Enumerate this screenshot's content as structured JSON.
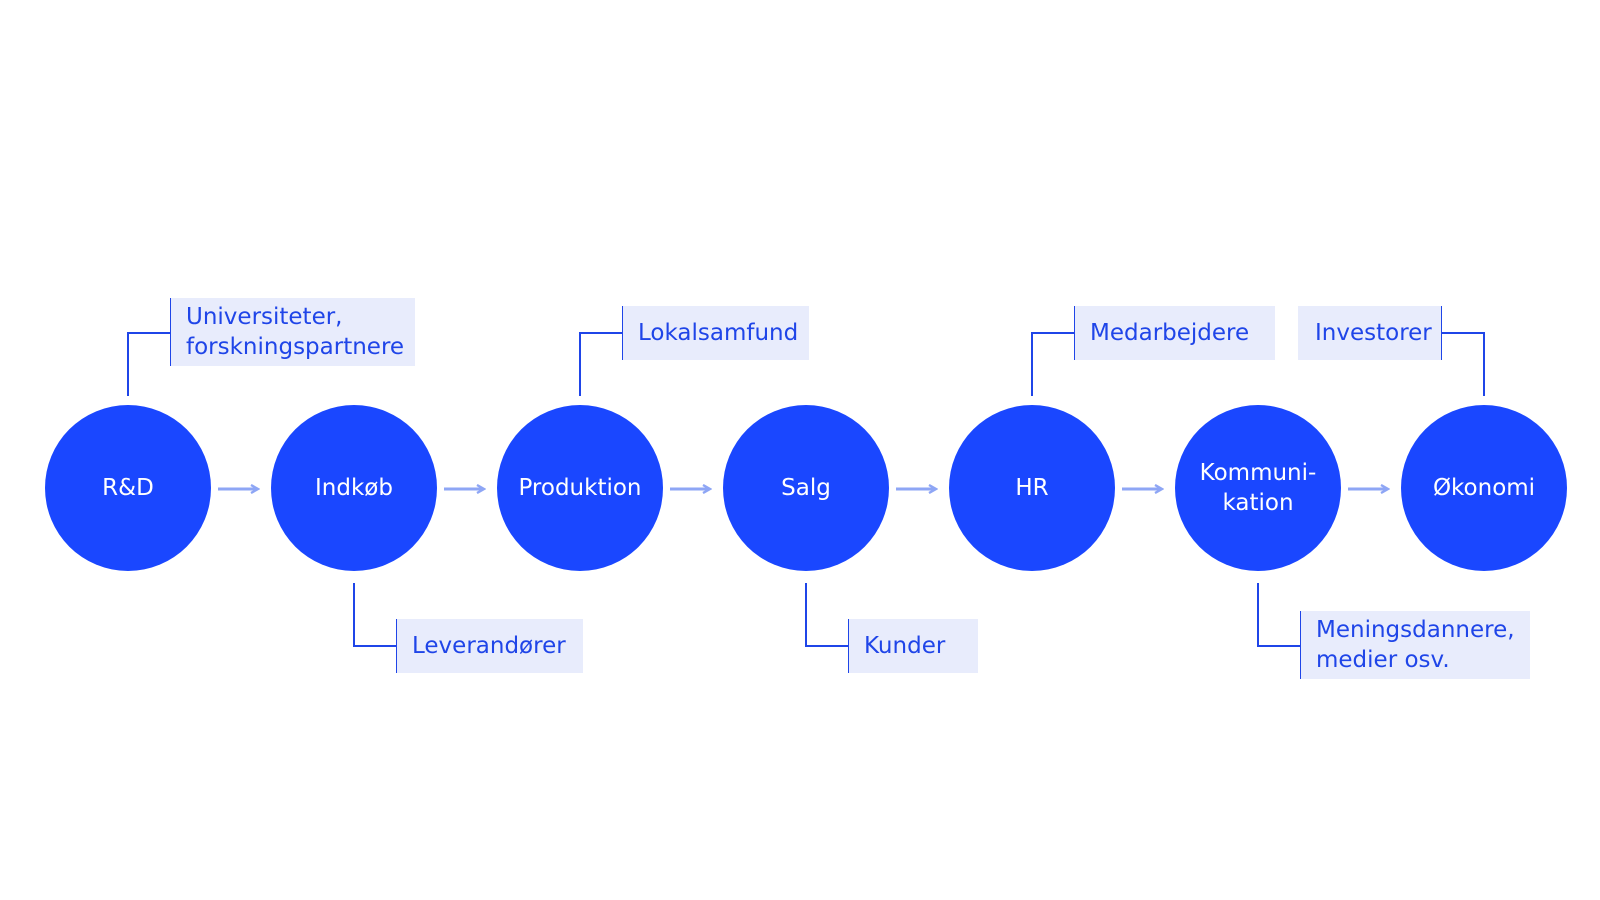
{
  "colors": {
    "node_fill": "#1a47ff",
    "node_text": "#ffffff",
    "arrow": "#8ea6f5",
    "connector": "#1f45e8",
    "box_fill": "#e8ecfc",
    "box_text": "#1f45e8"
  },
  "nodes": [
    {
      "id": "rnd",
      "label": "R&D"
    },
    {
      "id": "indkob",
      "label": "Indkøb"
    },
    {
      "id": "produktion",
      "label": "Produktion"
    },
    {
      "id": "salg",
      "label": "Salg"
    },
    {
      "id": "hr",
      "label": "HR"
    },
    {
      "id": "kommunikation",
      "label": "Kommuni-\nkation"
    },
    {
      "id": "okonomi",
      "label": "Økonomi"
    }
  ],
  "stakeholders": [
    {
      "node": "rnd",
      "label": "Universiteter,\nforskningspartnere"
    },
    {
      "node": "indkob",
      "label": "Leverandører"
    },
    {
      "node": "produktion",
      "label": "Lokalsamfund"
    },
    {
      "node": "salg",
      "label": "Kunder"
    },
    {
      "node": "hr",
      "label": "Medarbejdere"
    },
    {
      "node": "kommunikation",
      "label": "Meningsdannere,\nmedier osv."
    },
    {
      "node": "okonomi",
      "label": "Investorer"
    }
  ]
}
